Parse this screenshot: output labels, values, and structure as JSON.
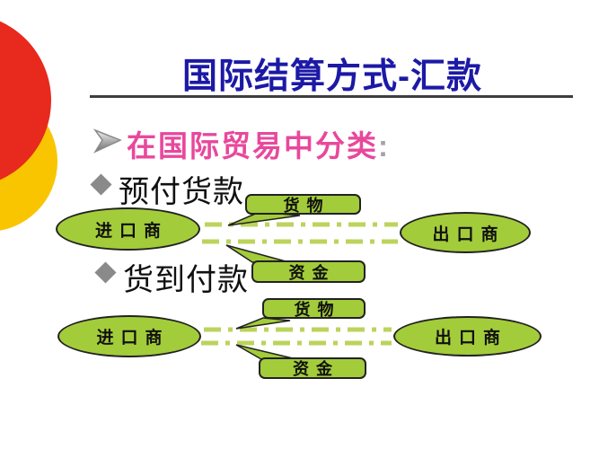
{
  "slide": {
    "title": "国际结算方式-汇款",
    "classification_heading": {
      "text": "在国际贸易中分类",
      "colon": ":"
    },
    "methods": [
      {
        "label": "预付货款"
      },
      {
        "label": "货到付款"
      }
    ]
  },
  "diagram_payment_in_advance": {
    "importer": "进口商",
    "exporter": "出口商",
    "goods": "货物",
    "funds": "资金"
  },
  "diagram_payment_after_delivery": {
    "importer": "进口商",
    "exporter": "出口商",
    "goods": "货物",
    "funds": "资金"
  },
  "colors": {
    "title_blue": "#1c19a6",
    "heading_pink": "#e8489c",
    "colon_gray": "#a3a3a8",
    "shape_green": "#a3cc3a",
    "dash_green": "#bcd35c",
    "shape_border": "#222222",
    "bullet_gray": "#8a8a8a",
    "accent_red": "#e8291d",
    "accent_yellow": "#f9c501"
  }
}
